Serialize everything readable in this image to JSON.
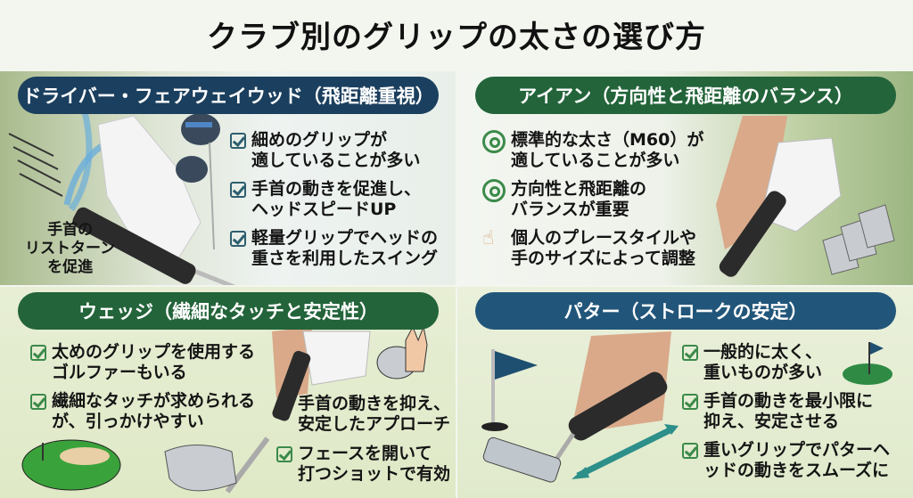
{
  "title": "クラブ別のグリップの太さの選び方",
  "panels": {
    "driver": {
      "header": "ドライバー・フェアウェイウッド（飛距離重視）",
      "note": [
        "手首の",
        "リストターン",
        "を促進"
      ],
      "items": [
        [
          "細めのグリップが",
          "適していることが多い"
        ],
        [
          "手首の動きを促進し、",
          "ヘッドスピードUP"
        ],
        [
          "軽量グリップでヘッドの",
          "重さを利用したスイング"
        ]
      ],
      "icon": "checkbox-icon"
    },
    "iron": {
      "header": "アイアン（方向性と飛距離のバランス）",
      "items": [
        [
          "標準的な太さ（M60）が",
          "適していることが多い"
        ],
        [
          "方向性と飛距離の",
          "バランスが重要"
        ],
        [
          "個人のプレースタイルや",
          "手のサイズによって調整"
        ]
      ],
      "icons": [
        "target-icon",
        "target-icon",
        "pointing-hand-icon"
      ]
    },
    "wedge": {
      "header": "ウェッジ（繊細なタッチと安定性）",
      "items": [
        [
          "太めのグリップを使用する",
          "ゴルファーもいる"
        ],
        [
          "繊細なタッチが求められる",
          "が、引っかけやすい"
        ]
      ],
      "note": [
        "手首の動きを抑え、",
        "安定したアプローチ"
      ],
      "extra": [
        "フェースを開いて",
        "打つショットで有効"
      ]
    },
    "putter": {
      "header": "パター（ストロークの安定）",
      "items": [
        [
          "一般的に太く、",
          "重いものが多い"
        ],
        [
          "手首の動きを最小限に",
          "抑え、安定させる"
        ],
        [
          "重いグリップでパターヘ",
          "ッドの動きをスムーズに"
        ]
      ]
    }
  },
  "colors": {
    "navy": "#1b3f5e",
    "green": "#23643a",
    "teal": "#21567a",
    "check": "#2d5f6e"
  }
}
